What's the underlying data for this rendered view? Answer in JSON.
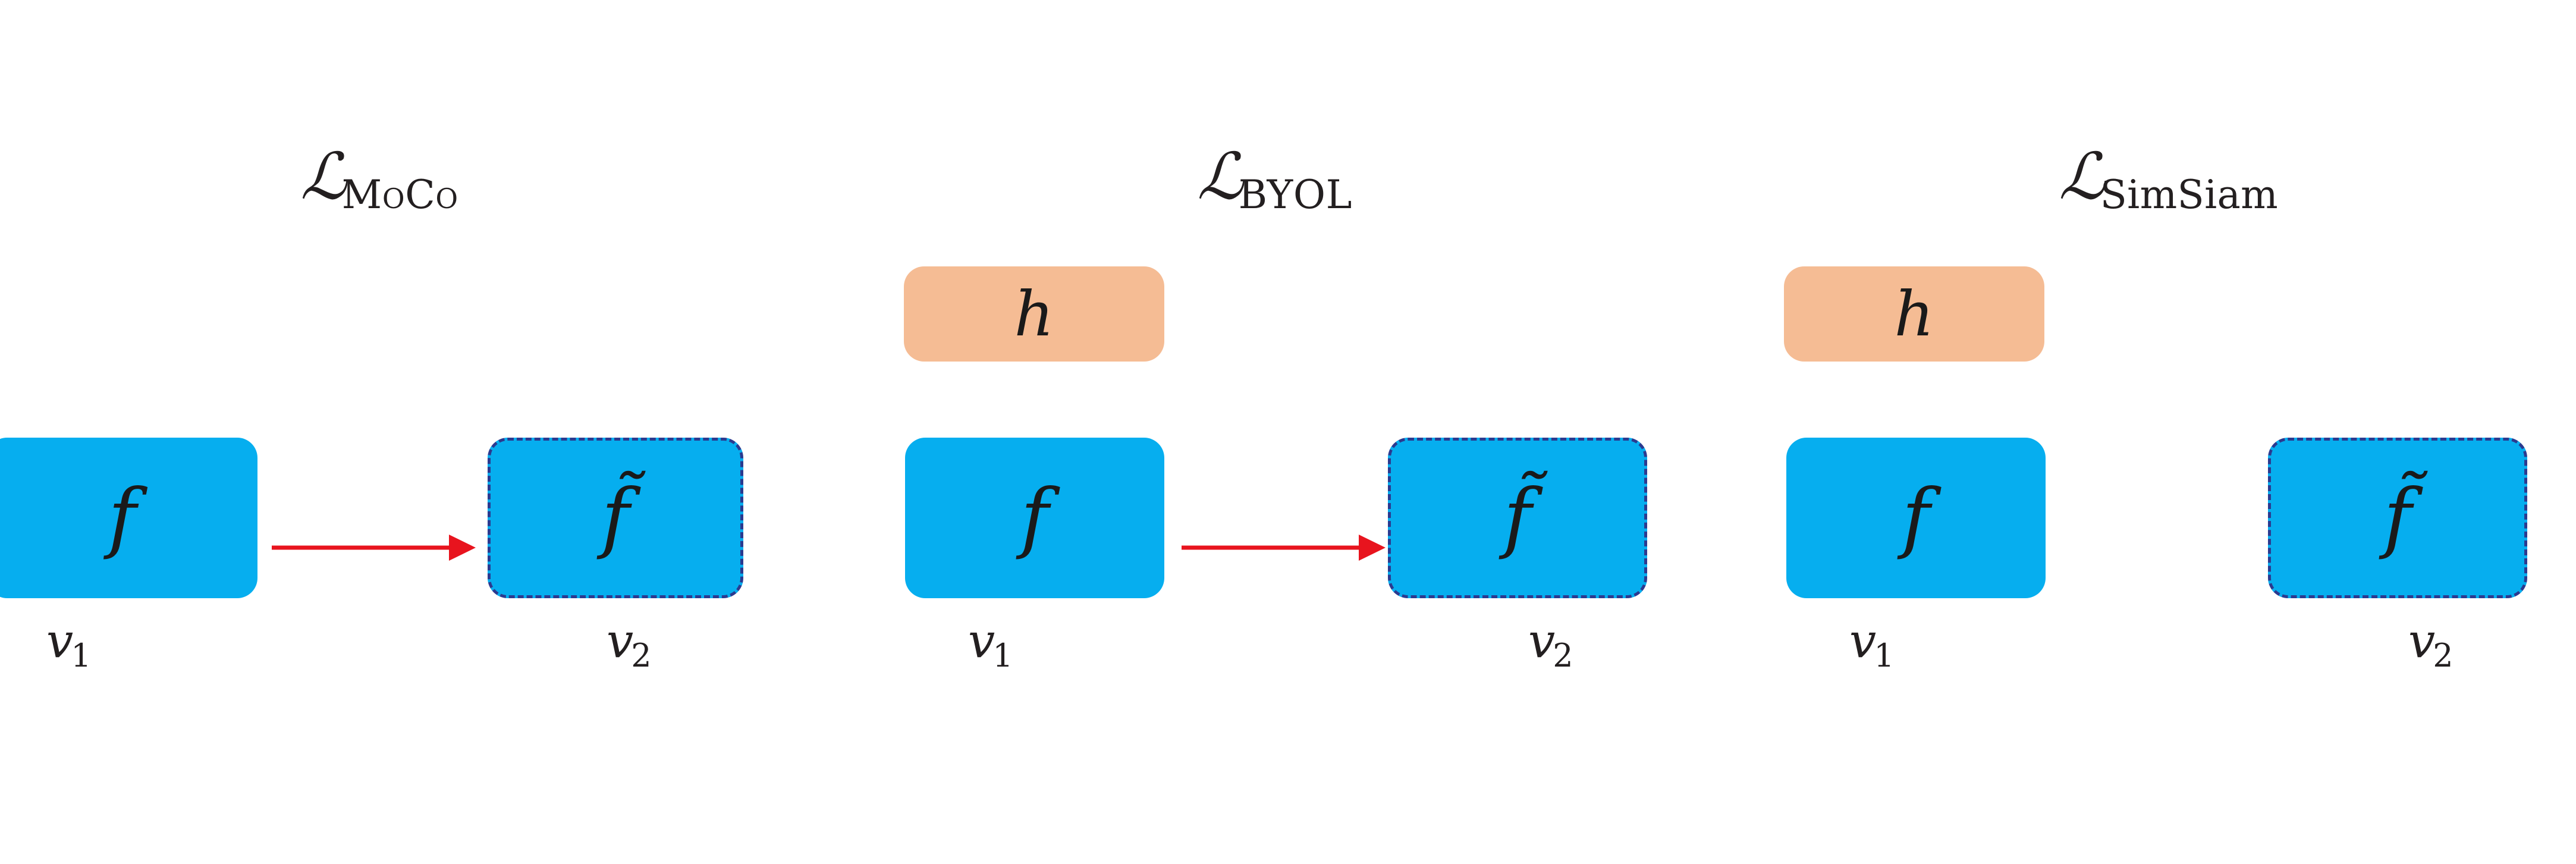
{
  "figure": {
    "background_color": "#ffffff",
    "box_blue_color": "#06AEEF",
    "box_blue_dashed_border_color": "#2B3A8F",
    "box_orange_color": "#F5BC94",
    "arrow_color": "#E8141E",
    "text_color": "#231f20"
  },
  "panels": [
    {
      "id": "moco",
      "loss_prefix": "ℒ",
      "loss_subscript": "MoCo",
      "loss_full": "ℒMoCo",
      "has_predictor": false,
      "has_arrow": true,
      "online_box_label": "f",
      "target_box_label": "f̃",
      "view_online_symbol": "v",
      "view_online_subscript": "1",
      "view_target_symbol": "v",
      "view_target_subscript": "2"
    },
    {
      "id": "byol",
      "loss_prefix": "ℒ",
      "loss_subscript": "BYOL",
      "loss_full": "ℒBYOL",
      "has_predictor": true,
      "has_arrow": true,
      "predictor_box_label": "h",
      "online_box_label": "f",
      "target_box_label": "f̃",
      "view_online_symbol": "v",
      "view_online_subscript": "1",
      "view_target_symbol": "v",
      "view_target_subscript": "2"
    },
    {
      "id": "simsiam",
      "loss_prefix": "ℒ",
      "loss_subscript": "SimSiam",
      "loss_full": "ℒSimSiam",
      "has_predictor": true,
      "has_arrow": false,
      "predictor_box_label": "h",
      "online_box_label": "f",
      "target_box_label": "f̃",
      "view_online_symbol": "v",
      "view_online_subscript": "1",
      "view_target_symbol": "v",
      "view_target_subscript": "2"
    }
  ]
}
